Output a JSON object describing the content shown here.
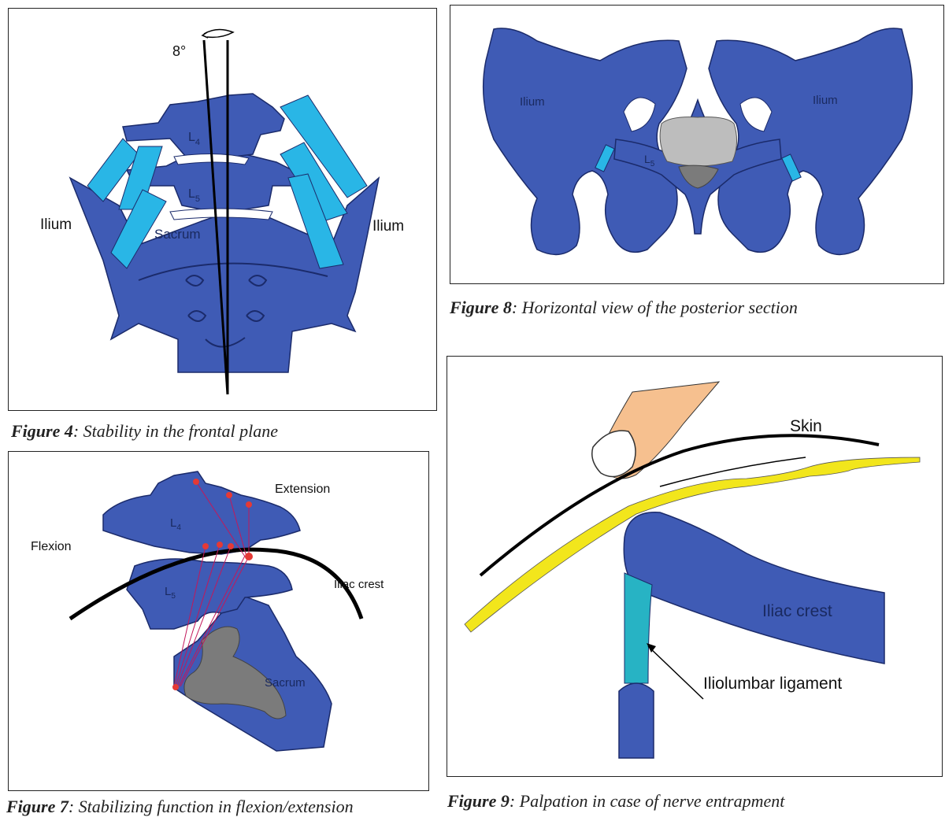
{
  "figures": [
    {
      "id": "fig4",
      "caption_label": "Figure 4",
      "caption_text": ": Stability in the frontal plane",
      "labels": {
        "angle": "8°",
        "vertebra_upper": "L",
        "vertebra_upper_sub": "4",
        "vertebra_lower": "L",
        "vertebra_lower_sub": "5",
        "sacrum": "Sacrum",
        "ilium_left": "Ilium",
        "ilium_right": "Ilium"
      }
    },
    {
      "id": "fig8",
      "caption_label": "Figure 8",
      "caption_text": ": Horizontal view of the posterior section",
      "labels": {
        "ilium_left": "Ilium",
        "ilium_right": "Ilium",
        "vertebra": "L",
        "vertebra_sub": "5"
      }
    },
    {
      "id": "fig7",
      "caption_label": "Figure 7",
      "caption_text": ": Stabilizing function in flexion/extension",
      "labels": {
        "extension": "Extension",
        "flexion": "Flexion",
        "vertebra_upper": "L",
        "vertebra_upper_sub": "4",
        "vertebra_lower": "L",
        "vertebra_lower_sub": "5",
        "iliac_crest": "Iliac crest",
        "sacrum": "Sacrum"
      }
    },
    {
      "id": "fig9",
      "caption_label": "Figure 9",
      "caption_text": ": Palpation in case of nerve entrapment",
      "labels": {
        "skin": "Skin",
        "iliac_crest": "Iliac crest",
        "ligament": "Iliolumbar ligament"
      }
    }
  ],
  "colors": {
    "bone": "#3f5bb5",
    "bone_dark": "#2c3f8a",
    "ligament": "#29b6e6",
    "ligament_teal": "#27b3c4",
    "disc_grey": "#bdbdbd",
    "sacrum_grey": "#7b7b7b",
    "nerve": "#f2e61c",
    "finger": "#f6c08f",
    "ligament_fiber": "#c2185b"
  }
}
